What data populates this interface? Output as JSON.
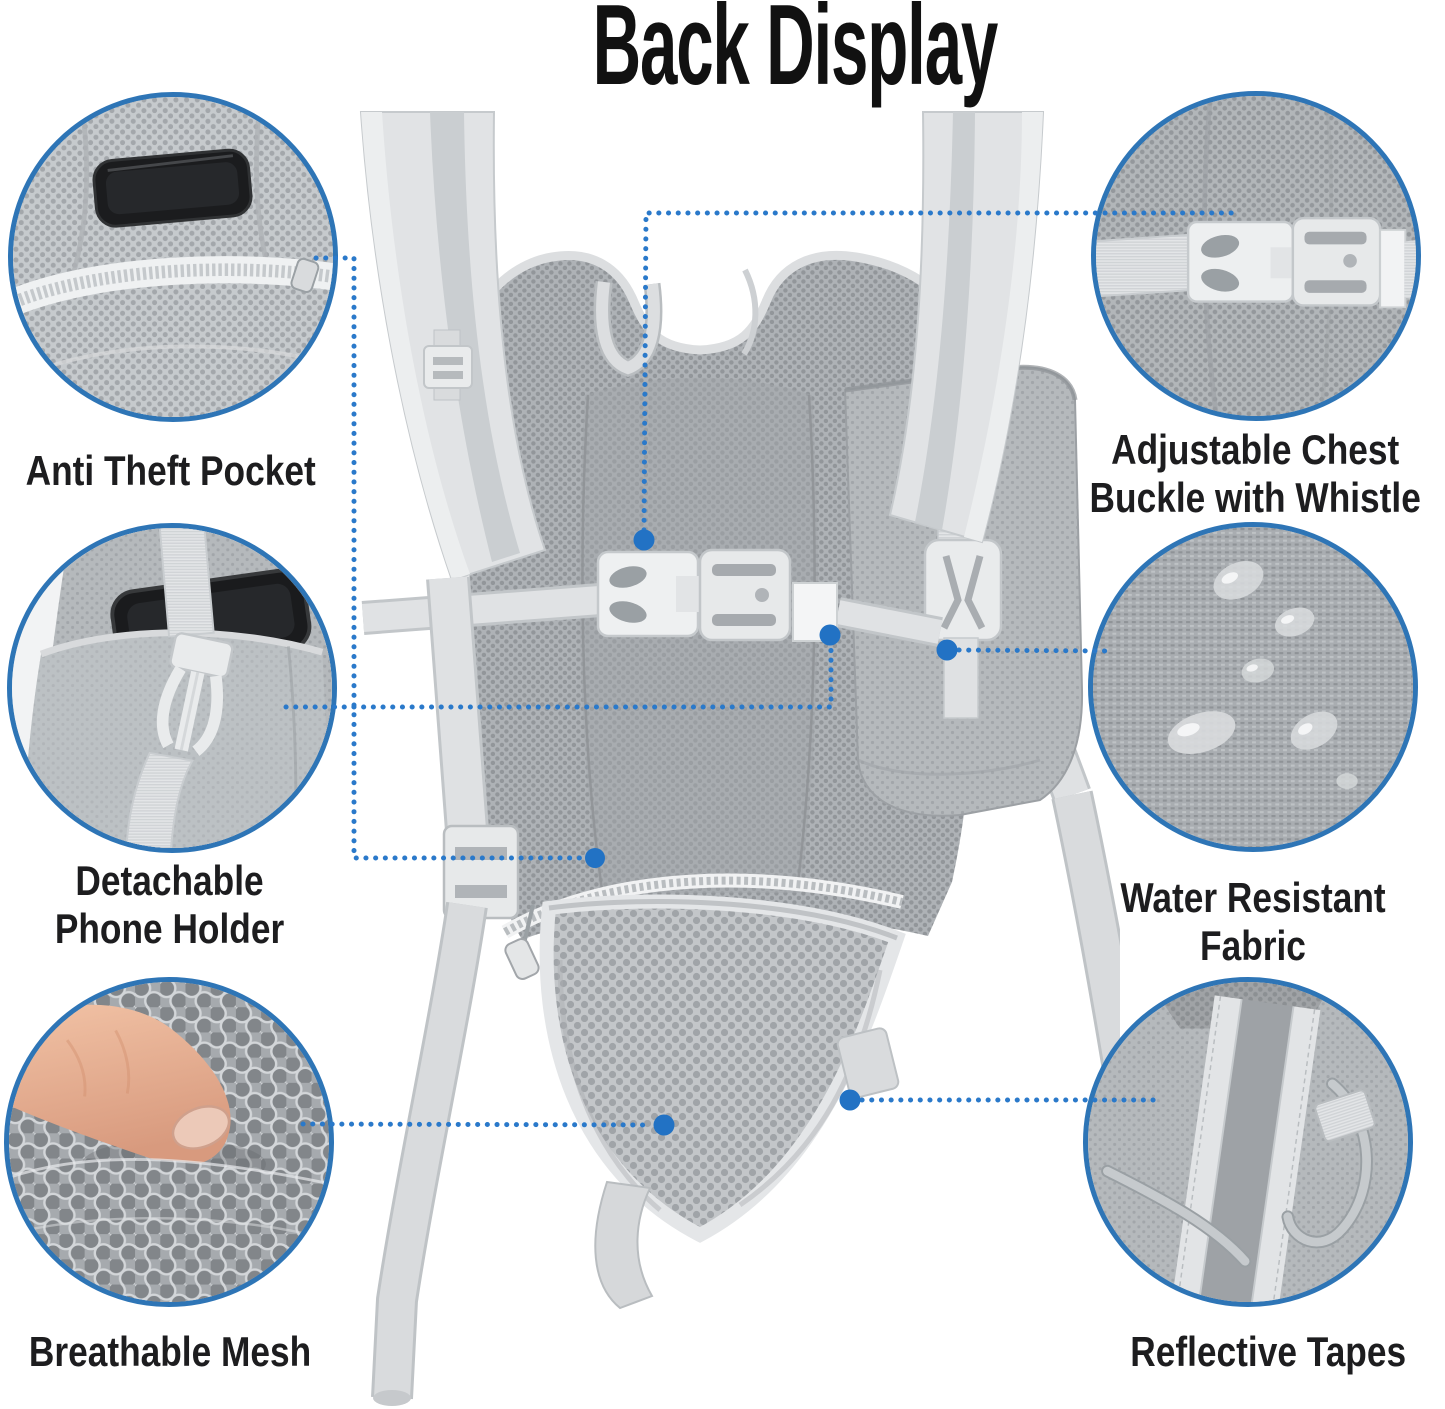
{
  "title": "Back Display",
  "center_image": "backpack-back-view",
  "colors": {
    "circle_border": "#2e75b6",
    "leader_dots": "#2a79ca",
    "label_text": "#1d1d1f",
    "title_text": "#111111",
    "backpack_gray": "#b2b6ba"
  },
  "features": [
    {
      "id": "anti-theft-pocket",
      "label": "Anti Theft Pocket",
      "photo": "phone-in-mesh-zipper-pocket",
      "side": "left",
      "position": "top"
    },
    {
      "id": "detachable-phone-holder",
      "label": "Detachable\nPhone Holder",
      "photo": "phone-in-side-pocket-with-buckle",
      "side": "left",
      "position": "middle"
    },
    {
      "id": "breathable-mesh",
      "label": "Breathable Mesh",
      "photo": "finger-pressing-mesh",
      "side": "left",
      "position": "bottom"
    },
    {
      "id": "adjustable-chest-buckle",
      "label": "Adjustable Chest\nBuckle with Whistle",
      "photo": "chest-strap-buckle",
      "side": "right",
      "position": "top"
    },
    {
      "id": "water-resistant-fabric",
      "label": "Water Resistant Fabric",
      "photo": "water-droplets-on-fabric",
      "side": "right",
      "position": "middle"
    },
    {
      "id": "reflective-tapes",
      "label": "Reflective Tapes",
      "photo": "reflective-stripe-on-fabric",
      "side": "right",
      "position": "bottom"
    }
  ]
}
